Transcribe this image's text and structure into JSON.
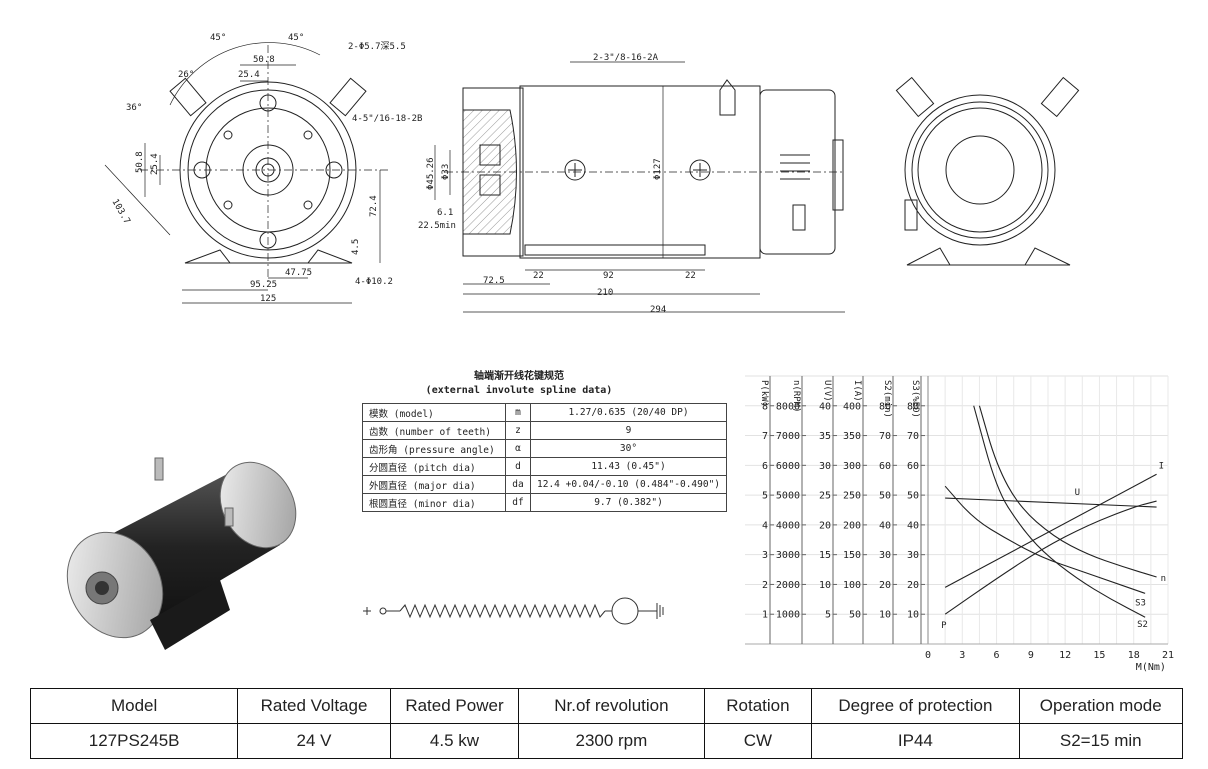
{
  "front_view": {
    "dims": {
      "angle_left": "45°",
      "angle_right": "45°",
      "angle_26": "26°",
      "angle_36": "36°",
      "d50_8_top": "50.8",
      "d25_4_top": "25.4",
      "holes_2": "2-Φ5.7深5.5",
      "holes_4": "4-5\"/16-18-2B",
      "d50_8_left": "50.8",
      "d25_4_left": "25.4",
      "d103_7": "103.7",
      "d72_4": "72.4",
      "d4_5": "4.5",
      "d47_75": "47.75",
      "d95_25": "95.25",
      "d125": "125",
      "holes_base": "4-Φ10.2"
    }
  },
  "side_view": {
    "dims": {
      "thread": "2-3\"/8-16-2A",
      "d45_26": "Φ45.26",
      "d33": "Φ33",
      "d127": "Φ127",
      "d6_1": "6.1",
      "d22_5": "22.5min",
      "d22_left": "22",
      "d92": "92",
      "d22_right": "22",
      "d72_5": "72.5",
      "d210": "210",
      "d294": "294"
    }
  },
  "spline": {
    "title": "轴端渐开线花键规范",
    "subtitle": "(external involute spline data)",
    "rows": [
      {
        "name": "模数 (model)",
        "sym": "m",
        "val": "1.27/0.635 (20/40 DP)"
      },
      {
        "name": "齿数 (number of teeth)",
        "sym": "z",
        "val": "9"
      },
      {
        "name": "齿形角 (pressure angle)",
        "sym": "α",
        "val": "30°"
      },
      {
        "name": "分圆直径 (pitch dia)",
        "sym": "d",
        "val": "11.43 (0.45\")"
      },
      {
        "name": "外圆直径 (major dia)",
        "sym": "da",
        "val": "12.4 +0.04/-0.10 (0.484\"-0.490\")"
      },
      {
        "name": "根圆直径 (minor dia)",
        "sym": "df",
        "val": "9.7 (0.382\")"
      }
    ]
  },
  "chart_data": {
    "type": "line",
    "xlabel": "M(Nm)",
    "x_ticks": [
      "0",
      "3",
      "6",
      "9",
      "12",
      "15",
      "18",
      "21"
    ],
    "axes": [
      {
        "label": "P(kW)",
        "ticks": [
          "1",
          "2",
          "3",
          "4",
          "5",
          "6",
          "7",
          "8"
        ]
      },
      {
        "label": "n(RPM)",
        "ticks": [
          "1000",
          "2000",
          "3000",
          "4000",
          "5000",
          "6000",
          "7000",
          "8000"
        ]
      },
      {
        "label": "U(V)",
        "ticks": [
          "5",
          "10",
          "15",
          "20",
          "25",
          "30",
          "35",
          "40"
        ]
      },
      {
        "label": "I(A)",
        "ticks": [
          "50",
          "100",
          "150",
          "200",
          "250",
          "300",
          "350",
          "400"
        ]
      },
      {
        "label": "S2(min)",
        "ticks": [
          "10",
          "20",
          "30",
          "40",
          "50",
          "60",
          "70",
          "80"
        ]
      },
      {
        "label": "S3(%ED)",
        "ticks": [
          "10",
          "20",
          "30",
          "40",
          "50",
          "60",
          "70",
          "80"
        ]
      }
    ],
    "series": [
      {
        "name": "I",
        "x": [
          1.5,
          20
        ],
        "y_index": [
          1.9,
          5.7
        ],
        "unit_axis": "I(A)"
      },
      {
        "name": "U",
        "x": [
          1.5,
          20
        ],
        "y_index": [
          4.9,
          4.6
        ],
        "unit_axis": "U(V)"
      },
      {
        "name": "n",
        "x": [
          4.5,
          6,
          8,
          11,
          14,
          17,
          20
        ],
        "y_index": [
          8.0,
          6.0,
          4.6,
          3.6,
          3.0,
          2.6,
          2.25
        ],
        "unit_axis": "n(RPM)"
      },
      {
        "name": "P",
        "x": [
          1.5,
          6,
          10,
          14,
          18,
          20
        ],
        "y_index": [
          1.0,
          2.2,
          3.2,
          4.0,
          4.6,
          4.8
        ],
        "unit_axis": "P(kW)"
      },
      {
        "name": "S3",
        "x": [
          1.5,
          4,
          7,
          10,
          13,
          16,
          19
        ],
        "y_index": [
          5.3,
          4.2,
          3.5,
          2.9,
          2.5,
          2.1,
          1.7
        ],
        "unit_axis": "S3(%ED)"
      },
      {
        "name": "S2",
        "x": [
          4,
          6,
          8,
          10,
          13,
          16,
          19
        ],
        "y_index": [
          8.0,
          5.2,
          4.0,
          3.1,
          2.2,
          1.5,
          0.9
        ],
        "unit_axis": "S2(min)"
      }
    ]
  },
  "specs": {
    "headers": [
      "Model",
      "Rated Voltage",
      "Rated Power",
      "Nr.of revolution",
      "Rotation",
      "Degree of protection",
      "Operation mode"
    ],
    "values": [
      "127PS245B",
      "24 V",
      "4.5 kw",
      "2300 rpm",
      "CW",
      "IP44",
      "S2=15 min"
    ]
  }
}
